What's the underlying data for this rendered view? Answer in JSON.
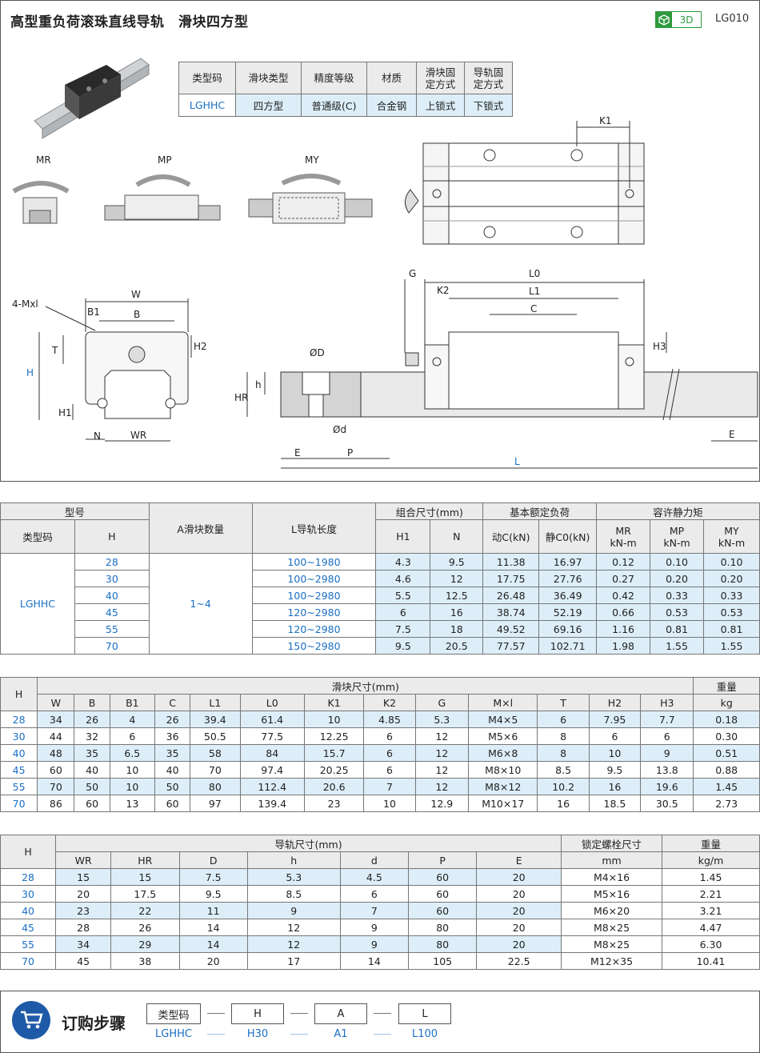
{
  "header": {
    "title": "高型重负荷滚珠直线导轨　滑块四方型",
    "badge": "3D",
    "code": "LG010"
  },
  "spec": {
    "headers": [
      "类型码",
      "滑块类型",
      "精度等级",
      "材质",
      "滑块固定方式",
      "导轨固定方式"
    ],
    "values": [
      "LGHHC",
      "四方型",
      "普通级(C)",
      "合金钢",
      "上锁式",
      "下锁式"
    ]
  },
  "drawing_labels": {
    "mr": "MR",
    "mp": "MP",
    "my": "MY",
    "k1": "K1",
    "w": "W",
    "b": "B",
    "b1": "B1",
    "mxl": "4-Mxl",
    "t": "T",
    "h": "H",
    "h1": "H1",
    "h2": "H2",
    "n": "N",
    "wr": "WR",
    "g": "G",
    "k2": "K2",
    "l0": "L0",
    "l1": "L1",
    "c": "C",
    "h3": "H3",
    "od": "ØD",
    "hs": "h",
    "hr": "HR",
    "d": "Ød",
    "e": "E",
    "p": "P",
    "l": "L",
    "e2": "E"
  },
  "table1": {
    "h_model": "型号",
    "h_type": "类型码",
    "h_h": "H",
    "h_qty": "A滑块数量",
    "h_len": "L导轨长度",
    "h_combo": "组合尺寸(mm)",
    "h_load": "基本额定负荷",
    "h_moment": "容许静力矩",
    "c_h1": "H1",
    "c_n": "N",
    "c_dyn": "动C(kN)",
    "c_sta": "静C0(kN)",
    "c_mr": "MR",
    "c_mp": "MP",
    "c_my": "MY",
    "unit": "kN-m",
    "type": "LGHHC",
    "qty": "1~4",
    "rows": [
      [
        "28",
        "100~1980",
        "4.3",
        "9.5",
        "11.38",
        "16.97",
        "0.12",
        "0.10",
        "0.10"
      ],
      [
        "30",
        "100~2980",
        "4.6",
        "12",
        "17.75",
        "27.76",
        "0.27",
        "0.20",
        "0.20"
      ],
      [
        "40",
        "100~2980",
        "5.5",
        "12.5",
        "26.48",
        "36.49",
        "0.42",
        "0.33",
        "0.33"
      ],
      [
        "45",
        "120~2980",
        "6",
        "16",
        "38.74",
        "52.19",
        "0.66",
        "0.53",
        "0.53"
      ],
      [
        "55",
        "120~2980",
        "7.5",
        "18",
        "49.52",
        "69.16",
        "1.16",
        "0.81",
        "0.81"
      ],
      [
        "70",
        "150~2980",
        "9.5",
        "20.5",
        "77.57",
        "102.71",
        "1.98",
        "1.55",
        "1.55"
      ]
    ]
  },
  "table2": {
    "h_h": "H",
    "h_block": "滑块尺寸(mm)",
    "h_wt": "重量",
    "unit": "kg",
    "cols": [
      "W",
      "B",
      "B1",
      "C",
      "L1",
      "L0",
      "K1",
      "K2",
      "G",
      "M×l",
      "T",
      "H2",
      "H3"
    ],
    "rows": [
      [
        "28",
        "34",
        "26",
        "4",
        "26",
        "39.4",
        "61.4",
        "10",
        "4.85",
        "5.3",
        "M4×5",
        "6",
        "7.95",
        "7.7",
        "0.18"
      ],
      [
        "30",
        "44",
        "32",
        "6",
        "36",
        "50.5",
        "77.5",
        "12.25",
        "6",
        "12",
        "M5×6",
        "8",
        "6",
        "6",
        "0.30"
      ],
      [
        "40",
        "48",
        "35",
        "6.5",
        "35",
        "58",
        "84",
        "15.7",
        "6",
        "12",
        "M6×8",
        "8",
        "10",
        "9",
        "0.51"
      ],
      [
        "45",
        "60",
        "40",
        "10",
        "40",
        "70",
        "97.4",
        "20.25",
        "6",
        "12",
        "M8×10",
        "8.5",
        "9.5",
        "13.8",
        "0.88"
      ],
      [
        "55",
        "70",
        "50",
        "10",
        "50",
        "80",
        "112.4",
        "20.6",
        "7",
        "12",
        "M8×12",
        "10.2",
        "16",
        "19.6",
        "1.45"
      ],
      [
        "70",
        "86",
        "60",
        "13",
        "60",
        "97",
        "139.4",
        "23",
        "10",
        "12.9",
        "M10×17",
        "16",
        "18.5",
        "30.5",
        "2.73"
      ]
    ]
  },
  "table3": {
    "h_h": "H",
    "h_rail": "导轨尺寸(mm)",
    "h_bolt": "锁定螺栓尺寸",
    "h_wt": "重量",
    "u_bolt": "mm",
    "u_wt": "kg/m",
    "cols": [
      "WR",
      "HR",
      "D",
      "h",
      "d",
      "P",
      "E"
    ],
    "rows": [
      [
        "28",
        "15",
        "15",
        "7.5",
        "5.3",
        "4.5",
        "60",
        "20",
        "M4×16",
        "1.45"
      ],
      [
        "30",
        "20",
        "17.5",
        "9.5",
        "8.5",
        "6",
        "60",
        "20",
        "M5×16",
        "2.21"
      ],
      [
        "40",
        "23",
        "22",
        "11",
        "9",
        "7",
        "60",
        "20",
        "M6×20",
        "3.21"
      ],
      [
        "45",
        "28",
        "26",
        "14",
        "12",
        "9",
        "80",
        "20",
        "M8×25",
        "4.47"
      ],
      [
        "55",
        "34",
        "29",
        "14",
        "12",
        "9",
        "80",
        "20",
        "M8×25",
        "6.30"
      ],
      [
        "70",
        "45",
        "38",
        "20",
        "17",
        "14",
        "105",
        "22.5",
        "M12×35",
        "10.41"
      ]
    ]
  },
  "order": {
    "title": "订购步骤",
    "boxes": [
      "类型码",
      "H",
      "A",
      "L"
    ],
    "examples": [
      "LGHHC",
      "H30",
      "A1",
      "L100"
    ]
  }
}
